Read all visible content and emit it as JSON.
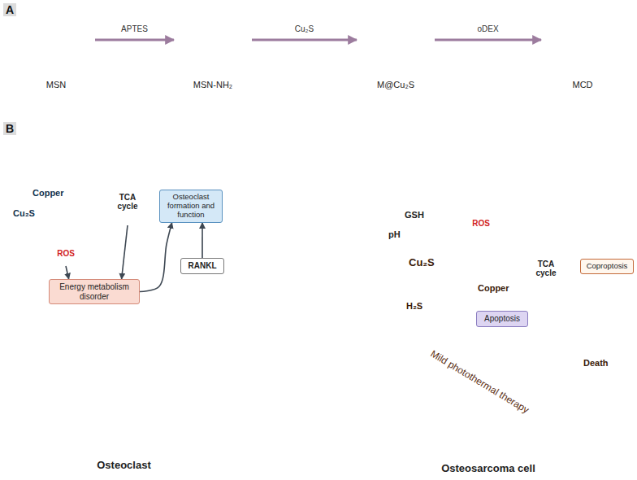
{
  "diagram": {
    "nodes": [
      {
        "text": [
          "MSN"
        ]
      },
      {
        "text": [
          "MSN-NH₂"
        ]
      },
      {
        "text": [
          "M@Cu₂S"
        ]
      },
      {
        "text": [
          "MCD"
        ]
      },
      {
        "text": [
          "Osteoclast"
        ]
      },
      {
        "text": [
          "TCA cycle"
        ],
        "in": 4
      },
      {
        "text": [
          "Osteoclast formation and function"
        ],
        "in": 4
      },
      {
        "text": [
          "ROS"
        ],
        "in": 4
      },
      {
        "text": [
          "RANKL"
        ],
        "in": 4
      },
      {
        "text": [
          "Energy metabolism disorder"
        ],
        "in": 4
      },
      {
        "text": [
          "Osteosarcoma cell"
        ]
      },
      {
        "text": [
          "ROS"
        ],
        "in": 10
      },
      {
        "text": [
          "TCA cycle"
        ],
        "in": 10
      },
      {
        "text": [
          "Coproptosis"
        ],
        "in": 10
      },
      {
        "text": [
          "Apoptosis"
        ],
        "in": 10
      }
    ],
    "edges": [
      {
        "from": 0,
        "to": 1,
        "arrow": "to",
        "label": "APTES"
      },
      {
        "from": 1,
        "to": 2,
        "arrow": "to",
        "label": "Cu₂S"
      },
      {
        "from": 2,
        "to": 3,
        "arrow": "to",
        "label": "oDEX"
      },
      {
        "from": 5,
        "to": 9,
        "arrow": "to"
      },
      {
        "from": 7,
        "to": 9,
        "arrow": "to"
      },
      {
        "from": 8,
        "to": 6,
        "arrow": "to"
      },
      {
        "from": 9,
        "to": 6,
        "arrow": "to"
      },
      {
        "from": 11,
        "to": 12,
        "arrow": "to"
      },
      {
        "from": 11,
        "to": 13,
        "arrow": "to"
      },
      {
        "from": 12,
        "to": 13,
        "arrow": "to"
      }
    ],
    "labels": [
      "A",
      "B",
      "Copper",
      "Cu₂S",
      "pH",
      "GSH",
      "Cu₂S",
      "Copper",
      "H₂S",
      "Mild photothermal therapy",
      "Death"
    ]
  }
}
